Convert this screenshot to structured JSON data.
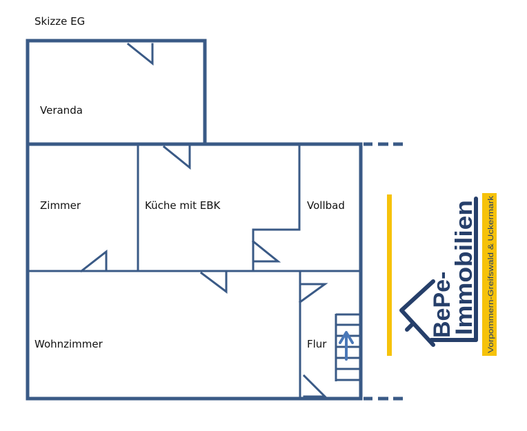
{
  "title": "Skizze EG",
  "colors": {
    "wall": "#3a5a86",
    "stair_arrow": "#4a78b8",
    "accent_yellow": "#f6c20a",
    "logo_navy": "#263f6a"
  },
  "rooms": [
    {
      "id": "veranda",
      "label": "Veranda"
    },
    {
      "id": "zimmer",
      "label": "Zimmer"
    },
    {
      "id": "kueche",
      "label": "Küche mit EBK"
    },
    {
      "id": "vollbad",
      "label": "Vollbad"
    },
    {
      "id": "wohnzimmer",
      "label": "Wohnzimmer"
    },
    {
      "id": "flur",
      "label": "Flur"
    }
  ],
  "logo": {
    "line1": "BePe-",
    "line2": "Immobilien",
    "tagline": "Vorpommern-Greifswald & Uckermark"
  }
}
